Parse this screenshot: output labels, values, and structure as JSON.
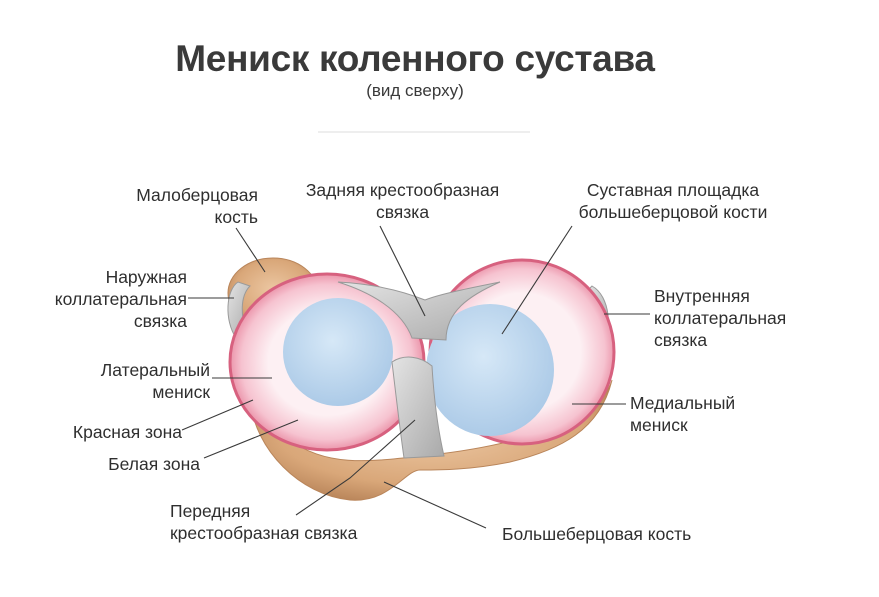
{
  "title": "Мениск коленного сустава",
  "subtitle": "(вид сверху)",
  "labels": {
    "fibula": "Малоберцовая\nкость",
    "lateral_collateral": "Наружная\nколлатеральная\nсвязка",
    "lateral_meniscus": "Латеральный\nмениск",
    "red_zone": "Красная зона",
    "white_zone": "Белая зона",
    "posterior_cruciate": "Задняя крестообразная\nсвязка",
    "tibial_plateau": "Суставная площадка\nбольшеберцовой кости",
    "medial_collateral": "Внутренняя\nколлатеральная\nсвязка",
    "medial_meniscus": "Медиальный\nмениск",
    "anterior_cruciate": "Передняя\nкрестообразная связка",
    "tibia": "Большеберцовая кость"
  },
  "colors": {
    "bone": "#d9a779",
    "bone_dark": "#b9855a",
    "meniscus_red": "#e87f98",
    "meniscus_white": "#fbe6ec",
    "cartilage": "#bcd6ee",
    "ligament": "#c9c9c9",
    "leader_line": "#3a3a3a"
  }
}
